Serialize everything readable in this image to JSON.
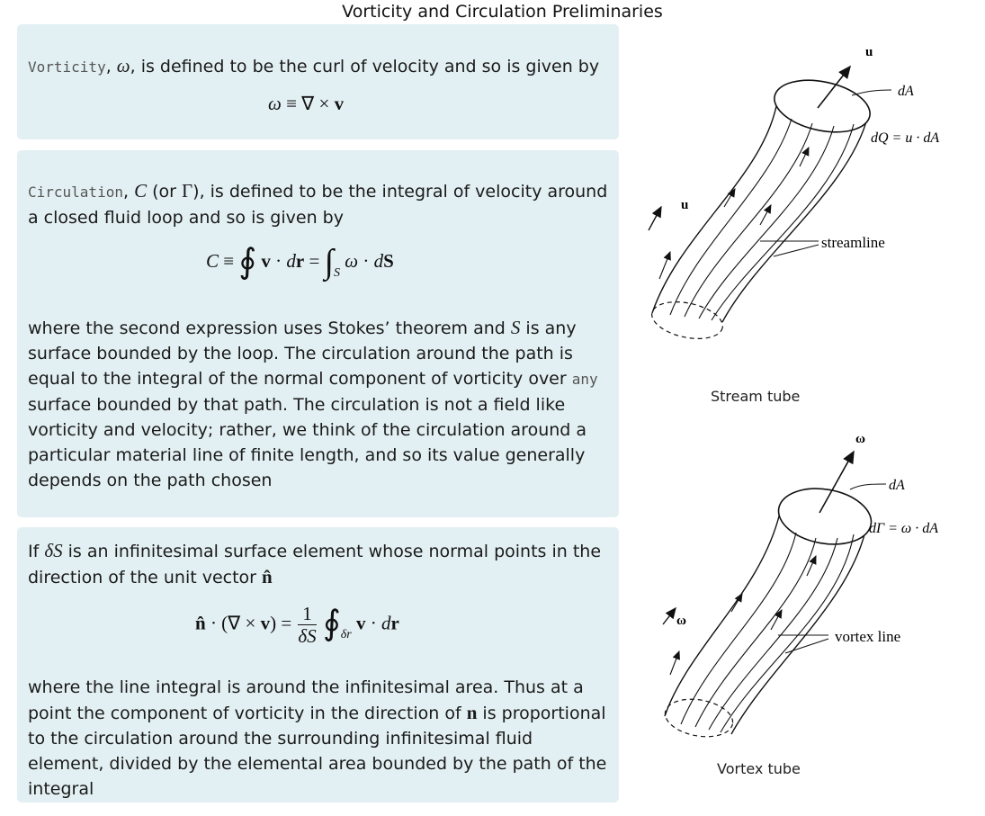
{
  "title": "Vorticity and Circulation Preliminaries",
  "box1": {
    "keyword": "Vorticity",
    "text_a": ", ",
    "symbol": "ω",
    "text_b": ", is defined to be the curl of velocity and so is given by",
    "equation": "ω ≡ ∇ × v"
  },
  "box2": {
    "keyword": "Circulation",
    "text_a": ", ",
    "sym_c": "C",
    "text_b": " (or ",
    "sym_gamma": "Γ",
    "text_c": "), is defined to be the integral of velocity around a closed fluid loop and so is given by",
    "para2_a": "where the second expression uses Stokes’ theorem and ",
    "sym_s": "S",
    "para2_b": " is any surface bounded by the loop. The circulation around the path is equal to the integral of the normal component of vorticity over ",
    "any": "any",
    "para2_c": " surface bounded by that path. The circulation is not a field like vorticity and velocity; rather, we think of the circulation around a particular material line of finite length, and so its value generally depends on the path chosen"
  },
  "box3": {
    "text_a": "If ",
    "sym_ds": "δS",
    "text_b": " is an infinitesimal surface element whose normal points in the direction of the unit vector ",
    "sym_n": "n̂",
    "para2_a": "where the line integral is around the infinitesimal area. Thus at a point the component of vorticity in the direction of ",
    "sym_nb": "n",
    "para2_b": " is proportional to the circulation around the surrounding infinitesimal fluid element, divided by the elemental area bounded by the path of the integral"
  },
  "figure_top": {
    "arrow_label": "u",
    "side_label": "u",
    "area_label": "dA",
    "flux_label": "dQ = u · dA",
    "line_label": "streamline",
    "caption": "Stream tube"
  },
  "figure_bottom": {
    "arrow_label": "ω",
    "side_label": "ω",
    "area_label": "dA",
    "flux_label": "dΓ = ω · dA",
    "line_label": "vortex line",
    "caption": "Vortex tube"
  }
}
